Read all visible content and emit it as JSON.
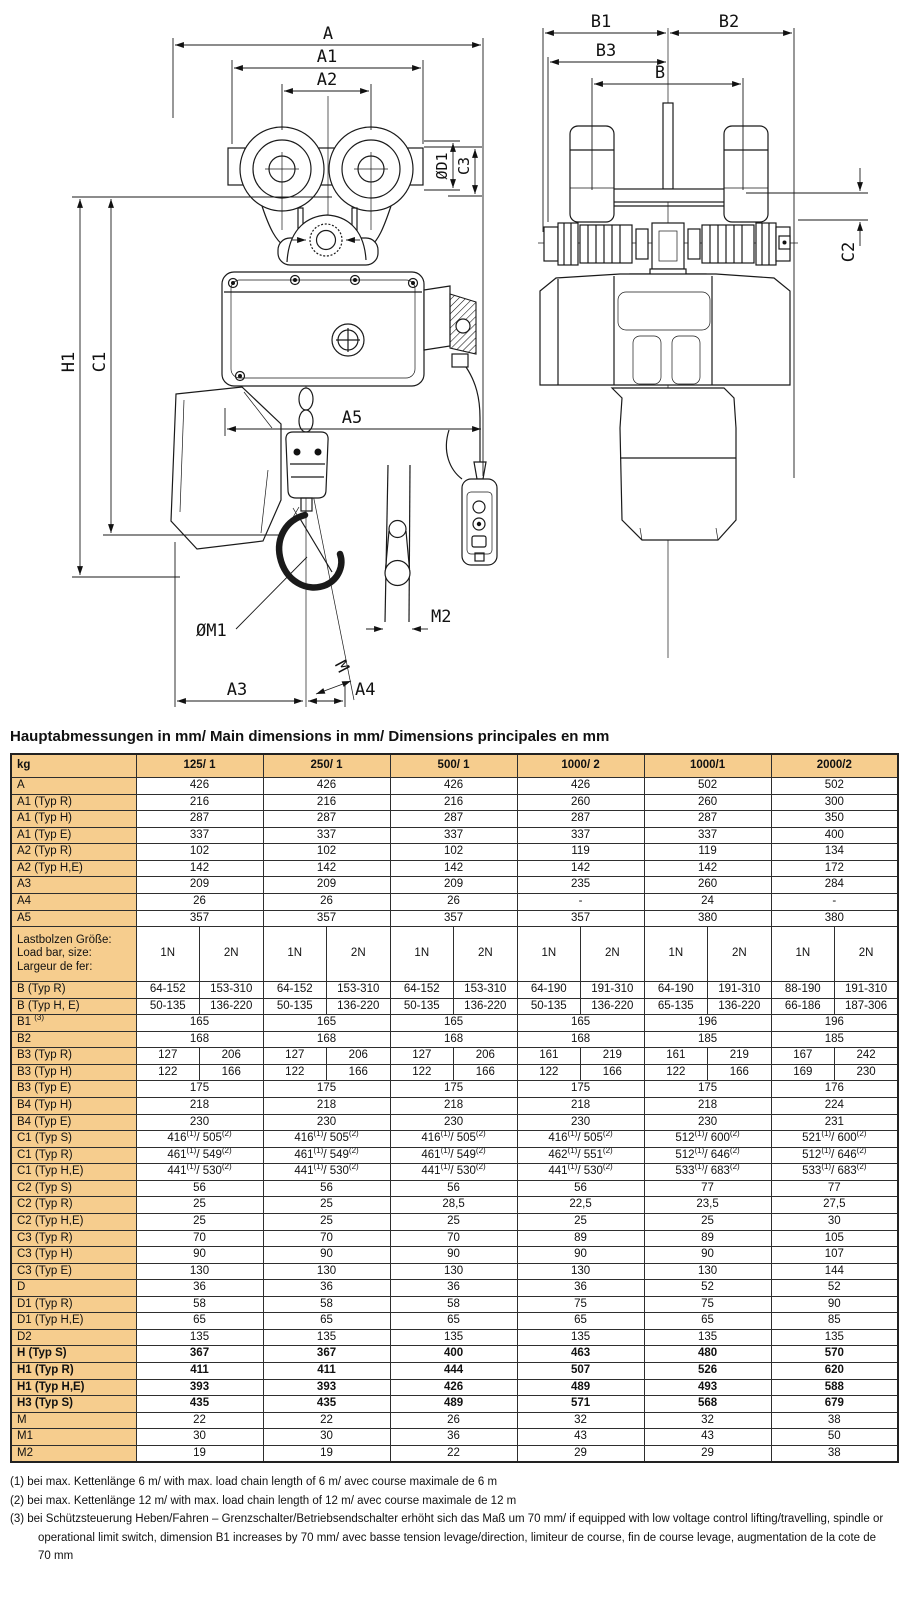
{
  "colors": {
    "tan": "#f6cd8e",
    "line": "#1a1a1a"
  },
  "drawing": {
    "front_labels": {
      "a": "A",
      "a1": "A1",
      "a2": "A2",
      "d1": "ØD1",
      "c3": "C3",
      "h1": "H1",
      "c1": "C1",
      "a5": "A5",
      "m1": "ØM1",
      "m": "M",
      "a3": "A3",
      "a4": "A4",
      "m2": "M2"
    },
    "side_labels": {
      "b1": "B1",
      "b2": "B2",
      "b3": "B3",
      "b": "B",
      "c2": "C2"
    }
  },
  "title": "Hauptabmessungen in mm/ Main dimensions in mm/ Dimensions principales en mm",
  "table": {
    "header": [
      "kg",
      "125/ 1",
      "250/ 1",
      "500/ 1",
      "1000/ 2",
      "1000/1",
      "2000/2"
    ],
    "rows": [
      {
        "label": "A",
        "values": [
          "426",
          "426",
          "426",
          "426",
          "502",
          "502"
        ]
      },
      {
        "label": "A1 (Typ R)",
        "values": [
          "216",
          "216",
          "216",
          "260",
          "260",
          "300"
        ]
      },
      {
        "label": "A1 (Typ H)",
        "values": [
          "287",
          "287",
          "287",
          "287",
          "287",
          "350"
        ]
      },
      {
        "label": "A1 (Typ E)",
        "values": [
          "337",
          "337",
          "337",
          "337",
          "337",
          "400"
        ]
      },
      {
        "label": "A2 (Typ R)",
        "values": [
          "102",
          "102",
          "102",
          "119",
          "119",
          "134"
        ]
      },
      {
        "label": "A2 (Typ H,E)",
        "values": [
          "142",
          "142",
          "142",
          "142",
          "142",
          "172"
        ]
      },
      {
        "label": "A3",
        "values": [
          "209",
          "209",
          "209",
          "235",
          "260",
          "284"
        ]
      },
      {
        "label": "A4",
        "values": [
          "26",
          "26",
          "26",
          "-",
          "24",
          "-"
        ]
      },
      {
        "label": "A5",
        "values": [
          "357",
          "357",
          "357",
          "357",
          "380",
          "380"
        ]
      },
      {
        "label": "Lastbolzen Größe:\nLoad bar, size:\nLargeur de fer:",
        "subheader": true,
        "split": true,
        "values": [
          "1N",
          "2N",
          "1N",
          "2N",
          "1N",
          "2N",
          "1N",
          "2N",
          "1N",
          "2N",
          "1N",
          "2N"
        ]
      },
      {
        "label": "B (Typ R)",
        "split": true,
        "values": [
          "64-152",
          "153-310",
          "64-152",
          "153-310",
          "64-152",
          "153-310",
          "64-190",
          "191-310",
          "64-190",
          "191-310",
          "88-190",
          "191-310"
        ]
      },
      {
        "label": "B (Typ H, E)",
        "split": true,
        "values": [
          "50-135",
          "136-220",
          "50-135",
          "136-220",
          "50-135",
          "136-220",
          "50-135",
          "136-220",
          "65-135",
          "136-220",
          "66-186",
          "187-306"
        ]
      },
      {
        "label": "B1 (3)",
        "values": [
          "165",
          "165",
          "165",
          "165",
          "196",
          "196"
        ]
      },
      {
        "label": "B2",
        "values": [
          "168",
          "168",
          "168",
          "168",
          "185",
          "185"
        ]
      },
      {
        "label": "B3 (Typ R)",
        "split": true,
        "values": [
          "127",
          "206",
          "127",
          "206",
          "127",
          "206",
          "161",
          "219",
          "161",
          "219",
          "167",
          "242"
        ]
      },
      {
        "label": "B3 (Typ H)",
        "split": true,
        "values": [
          "122",
          "166",
          "122",
          "166",
          "122",
          "166",
          "122",
          "166",
          "122",
          "166",
          "169",
          "230"
        ]
      },
      {
        "label": "B3 (Typ E)",
        "values": [
          "175",
          "175",
          "175",
          "175",
          "175",
          "176"
        ]
      },
      {
        "label": "B4 (Typ H)",
        "values": [
          "218",
          "218",
          "218",
          "218",
          "218",
          "224"
        ]
      },
      {
        "label": "B4 (Typ E)",
        "values": [
          "230",
          "230",
          "230",
          "230",
          "230",
          "231"
        ]
      },
      {
        "label": "C1 (Typ S)",
        "values": [
          "416(1)/ 505(2)",
          "416(1)/ 505(2)",
          "416(1)/ 505(2)",
          "416(1)/ 505(2)",
          "512(1)/ 600(2)",
          "521(1)/ 600(2)"
        ]
      },
      {
        "label": "C1 (Typ R)",
        "values": [
          "461(1)/ 549(2)",
          "461(1)/ 549(2)",
          "461(1)/ 549(2)",
          "462(1)/ 551(2)",
          "512(1)/ 646(2)",
          "512(1)/ 646(2)"
        ]
      },
      {
        "label": "C1 (Typ H,E)",
        "values": [
          "441(1)/ 530(2)",
          "441(1)/ 530(2)",
          "441(1)/ 530(2)",
          "441(1)/ 530(2)",
          "533(1)/ 683(2)",
          "533(1)/ 683(2)"
        ]
      },
      {
        "label": "C2 (Typ S)",
        "values": [
          "56",
          "56",
          "56",
          "56",
          "77",
          "77"
        ]
      },
      {
        "label": "C2 (Typ R)",
        "values": [
          "25",
          "25",
          "28,5",
          "22,5",
          "23,5",
          "27,5"
        ]
      },
      {
        "label": "C2 (Typ H,E)",
        "values": [
          "25",
          "25",
          "25",
          "25",
          "25",
          "30"
        ]
      },
      {
        "label": "C3 (Typ R)",
        "values": [
          "70",
          "70",
          "70",
          "89",
          "89",
          "105"
        ]
      },
      {
        "label": "C3 (Typ H)",
        "values": [
          "90",
          "90",
          "90",
          "90",
          "90",
          "107"
        ]
      },
      {
        "label": "C3 (Typ E)",
        "values": [
          "130",
          "130",
          "130",
          "130",
          "130",
          "144"
        ]
      },
      {
        "label": "D",
        "values": [
          "36",
          "36",
          "36",
          "36",
          "52",
          "52"
        ]
      },
      {
        "label": "D1 (Typ R)",
        "values": [
          "58",
          "58",
          "58",
          "75",
          "75",
          "90"
        ]
      },
      {
        "label": "D1 (Typ H,E)",
        "values": [
          "65",
          "65",
          "65",
          "65",
          "65",
          "85"
        ]
      },
      {
        "label": "D2",
        "values": [
          "135",
          "135",
          "135",
          "135",
          "135",
          "135"
        ]
      },
      {
        "label": "H  (Typ S)",
        "bold": true,
        "values": [
          "367",
          "367",
          "400",
          "463",
          "480",
          "570"
        ]
      },
      {
        "label": "H1 (Typ R)",
        "bold": true,
        "values": [
          "411",
          "411",
          "444",
          "507",
          "526",
          "620"
        ]
      },
      {
        "label": "H1 (Typ H,E)",
        "bold": true,
        "values": [
          "393",
          "393",
          "426",
          "489",
          "493",
          "588"
        ]
      },
      {
        "label": "H3 (Typ S)",
        "bold": true,
        "values": [
          "435",
          "435",
          "489",
          "571",
          "568",
          "679"
        ]
      },
      {
        "label": "M",
        "values": [
          "22",
          "22",
          "26",
          "32",
          "32",
          "38"
        ]
      },
      {
        "label": "M1",
        "values": [
          "30",
          "30",
          "36",
          "43",
          "43",
          "50"
        ]
      },
      {
        "label": "M2",
        "values": [
          "19",
          "19",
          "22",
          "29",
          "29",
          "38"
        ]
      }
    ]
  },
  "footnotes": [
    "(1) bei max. Kettenlänge 6 m/ with max. load chain length of 6 m/ avec course maximale de 6 m",
    "(2) bei max. Kettenlänge 12 m/ with max. load chain length of 12 m/ avec course maximale de 12 m",
    "(3) bei Schützsteuerung Heben/Fahren – Grenzschalter/Betriebsendschalter erhöht sich das Maß um 70 mm/ if equipped with low voltage control lifting/travelling, spindle or operational limit switch, dimension B1 increases by 70 mm/ avec basse tension levage/direction, limiteur de course, fin de course levage, augmentation de la cote de 70 mm"
  ]
}
